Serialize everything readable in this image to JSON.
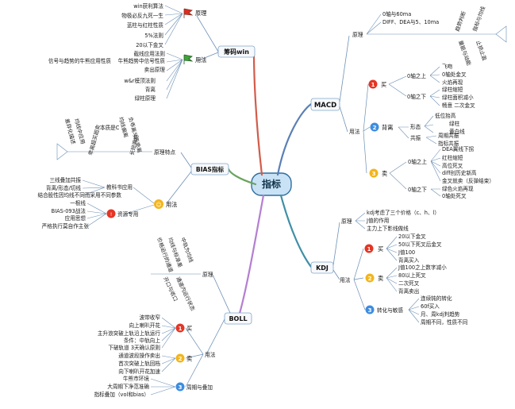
{
  "center": "指标",
  "colors": {
    "bg": "#ffffff",
    "center_fill": "#c9e2f5",
    "center_stroke": "#2f6f9f",
    "box_stroke": "#7fa6c9",
    "line": "#6b8fb5",
    "flag_red": "#e22a1f",
    "flag_green": "#3ea43a",
    "badge_red": "#e53524",
    "badge_yellow": "#f3b51b",
    "badge_blue": "#3d8de0"
  },
  "branches": {
    "chouma": {
      "label": "筹码win",
      "yuanli": "原理",
      "yongfa": "用法",
      "yuanli_items": [
        "win获利算法",
        "物极必反九死一生",
        "蓝柱与红柱性质",
        "5%法则",
        "20以下金叉"
      ],
      "yongfa_items": [
        "截线应用法则",
        "信号与趋势的牛熊应用性质",
        "牛熊趋势中信号性质",
        "卖出原理",
        "w&r模顶法则",
        "背离",
        "绿柱原理"
      ]
    },
    "macd": {
      "label": "MACD",
      "yuanli": "原理",
      "yuanli_items": [
        "0轴与60ma",
        "DIFF、DEA与5、10ma"
      ],
      "yuanli_side": [
        "趋势判断",
        "指标与均线",
        "量能与动能",
        "止损止盈"
      ],
      "yongfa": "用法",
      "buy": "买",
      "buy_above": "0轴之上",
      "buy_above_items": [
        "飞吻",
        "0轴处金叉",
        "火焰再现"
      ],
      "buy_below": "0轴之下",
      "buy_below_items": [
        "绿柱缩短",
        "绿柱面积减小",
        "畅意 二次金叉"
      ],
      "beili": "背离",
      "beili_shape": "形态",
      "beili_shape_items": [
        "低位抬高",
        "绿柱",
        "黄白线"
      ],
      "beili_gongzhen": "共振",
      "beili_gongzhen_items": [
        "周期共振",
        "指标共振"
      ],
      "sell": "卖",
      "sell_above": "0轴之上",
      "sell_above_items": [
        "DEA翼线下拐",
        "红柱缩短",
        "高位死叉",
        "diff创历史新高",
        "金叉就卖（反弹结束）"
      ],
      "sell_below": "0轴之下",
      "sell_below_items": [
        "绿色火焰再现",
        "0轴处死叉"
      ]
    },
    "bias": {
      "label": "BIAS指标",
      "yuanli": "原理特点",
      "yongfa": "用法",
      "yuanli_texts": [
        "本质是C",
        "差异化描述",
        "均线中应用",
        "均线偏离",
        "负乖离与正乖离",
        "乖离超买超卖",
        "长短周期"
      ],
      "textbook": "教科书应用",
      "textbook_items": [
        "三线叠加共振",
        "背离/形态/切线",
        "结合股性因均线不同而采用不同参数"
      ],
      "senior": "资源专用",
      "senior_items": [
        "一根线",
        "BIAS-093战法",
        "应用思想",
        "严格执行莫自作主张"
      ]
    },
    "kdj": {
      "label": "KDJ",
      "yuanli": "原理",
      "yuanli_items": [
        "kdj考虑了三个价格（c、h、l）",
        "J值的作用",
        "主力上下影线做线"
      ],
      "yongfa": "用法",
      "buy": "买",
      "buy_items": [
        "20以下金叉",
        "50以下死叉后金叉",
        "J值100",
        "背离买入"
      ],
      "sell": "卖",
      "sell_items": [
        "J值100之上数字减小",
        "80以上死叉",
        "二次死叉",
        "背离卖出"
      ],
      "zhuanhua": "转化与敏感",
      "zhuanhua_items": [
        "连续钝的转化",
        "60f买入",
        "月、周kdj判趋势",
        "周期不同，性质不同"
      ]
    },
    "boll": {
      "label": "BOLL",
      "yuanli": "原理",
      "yuanli_texts": [
        "价格运行的通道",
        "均线与标准差",
        "中轨为均线",
        "开口与收口",
        "通道内运行状态"
      ],
      "yongfa": "用法",
      "buy": "买",
      "buy_items": [
        "波带收窄",
        "向上喇叭开花",
        "主升浪突破上轨沿上轨运行",
        "条件：中轨向上",
        "下破轨道 3天确认原则"
      ],
      "sell": "卖",
      "sell_items": [
        "通道波段操作卖出",
        "首次突破上轨回档",
        "向下喇叭开花加速"
      ],
      "zhouqi": "周期与叠加",
      "zhouqi_items": [
        "牛熊市环境",
        "大周期下净范准确",
        "指标叠加（vol和bias）"
      ]
    }
  }
}
